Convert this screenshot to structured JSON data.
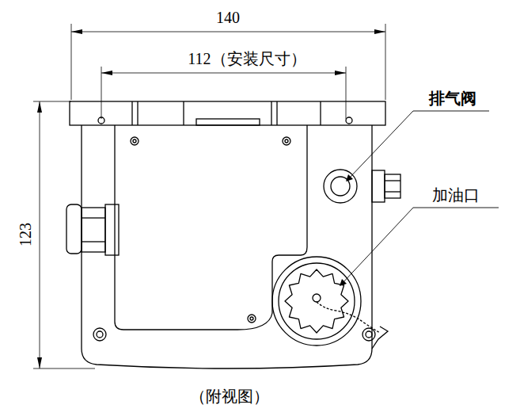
{
  "diagram": {
    "caption": "（附视图）",
    "labels": [
      "140",
      "112（安装尺寸）",
      "123",
      "排气阀",
      "加油口"
    ]
  }
}
